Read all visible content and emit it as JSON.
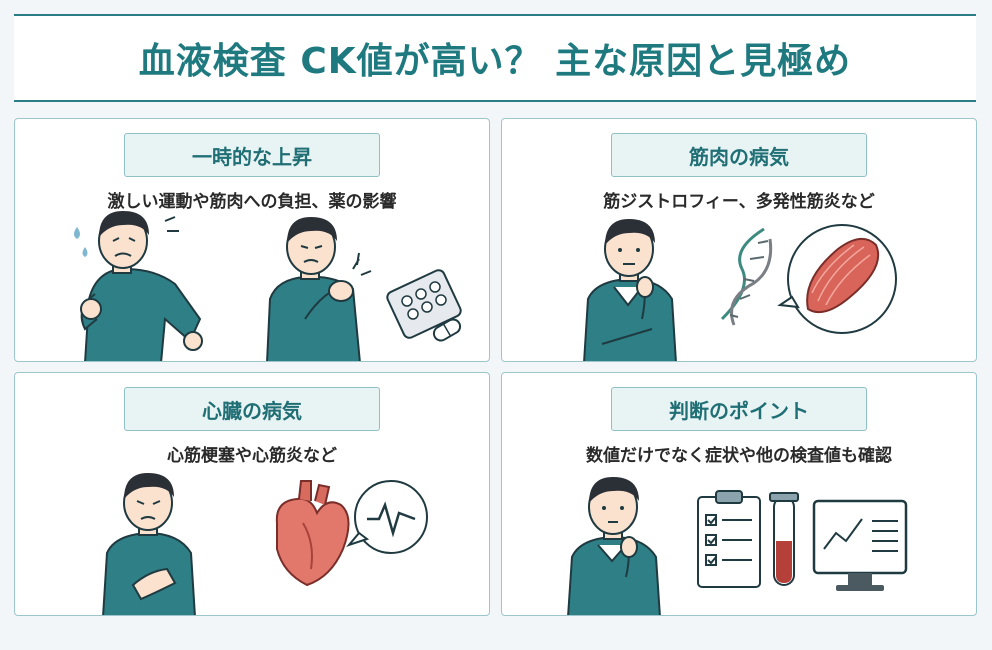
{
  "title": "血液検査 CK値が高い？ 主な原因と見極め",
  "panels": [
    {
      "label": "一時的な上昇",
      "desc": "激しい運動や筋肉への負担、薬の影響"
    },
    {
      "label": "筋肉の病気",
      "desc": "筋ジストロフィー、多発性筋炎など"
    },
    {
      "label": "心臓の病気",
      "desc": "心筋梗塞や心筋炎など"
    },
    {
      "label": "判断のポイント",
      "desc": "数値だけでなく症状や他の検査値も確認"
    }
  ],
  "colors": {
    "accent": "#1f7a80",
    "sweater": "#2f7f86",
    "hair": "#2b2f36",
    "skin": "#fbe2cf",
    "heart": "#e2786b",
    "muscle": "#d9645a"
  }
}
